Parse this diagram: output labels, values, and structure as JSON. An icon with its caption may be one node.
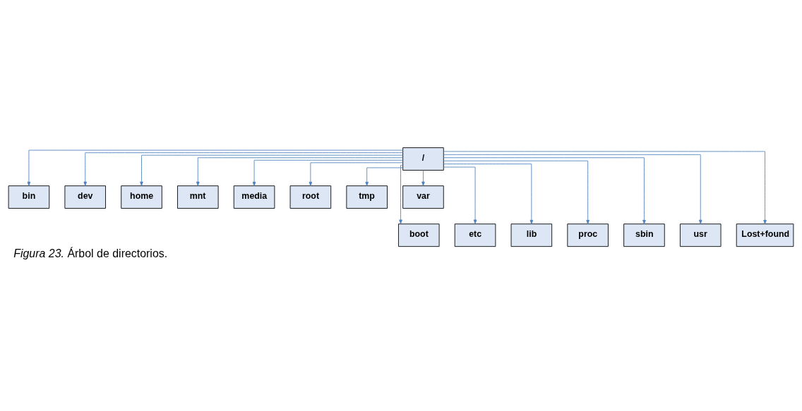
{
  "diagram": {
    "caption": "*Figura 23.* Árbol de directorios.",
    "nodes": [
      {
        "text": [
          "/"
        ]
      },
      {
        "text": [
          "bin"
        ]
      },
      {
        "text": [
          "dev"
        ]
      },
      {
        "text": [
          "home"
        ]
      },
      {
        "text": [
          "mnt"
        ]
      },
      {
        "text": [
          "media"
        ]
      },
      {
        "text": [
          "root"
        ]
      },
      {
        "text": [
          "tmp"
        ]
      },
      {
        "text": [
          "var"
        ]
      },
      {
        "text": [
          "boot"
        ]
      },
      {
        "text": [
          "etc"
        ]
      },
      {
        "text": [
          "lib"
        ]
      },
      {
        "text": [
          "proc"
        ]
      },
      {
        "text": [
          "sbin"
        ]
      },
      {
        "text": [
          "usr"
        ]
      },
      {
        "text": [
          "Lost+found"
        ]
      }
    ],
    "edges": [
      {
        "from": 0,
        "to": 1,
        "arrow": "to"
      },
      {
        "from": 0,
        "to": 2,
        "arrow": "to"
      },
      {
        "from": 0,
        "to": 3,
        "arrow": "to"
      },
      {
        "from": 0,
        "to": 4,
        "arrow": "to"
      },
      {
        "from": 0,
        "to": 5,
        "arrow": "to"
      },
      {
        "from": 0,
        "to": 6,
        "arrow": "to"
      },
      {
        "from": 0,
        "to": 7,
        "arrow": "to"
      },
      {
        "from": 0,
        "to": 8,
        "arrow": "to"
      },
      {
        "from": 0,
        "to": 9,
        "arrow": "to"
      },
      {
        "from": 0,
        "to": 10,
        "arrow": "to"
      },
      {
        "from": 0,
        "to": 11,
        "arrow": "to"
      },
      {
        "from": 0,
        "to": 12,
        "arrow": "to"
      },
      {
        "from": 0,
        "to": 13,
        "arrow": "to"
      },
      {
        "from": 0,
        "to": 14,
        "arrow": "to"
      },
      {
        "from": 0,
        "to": 15,
        "arrow": "to"
      }
    ]
  }
}
